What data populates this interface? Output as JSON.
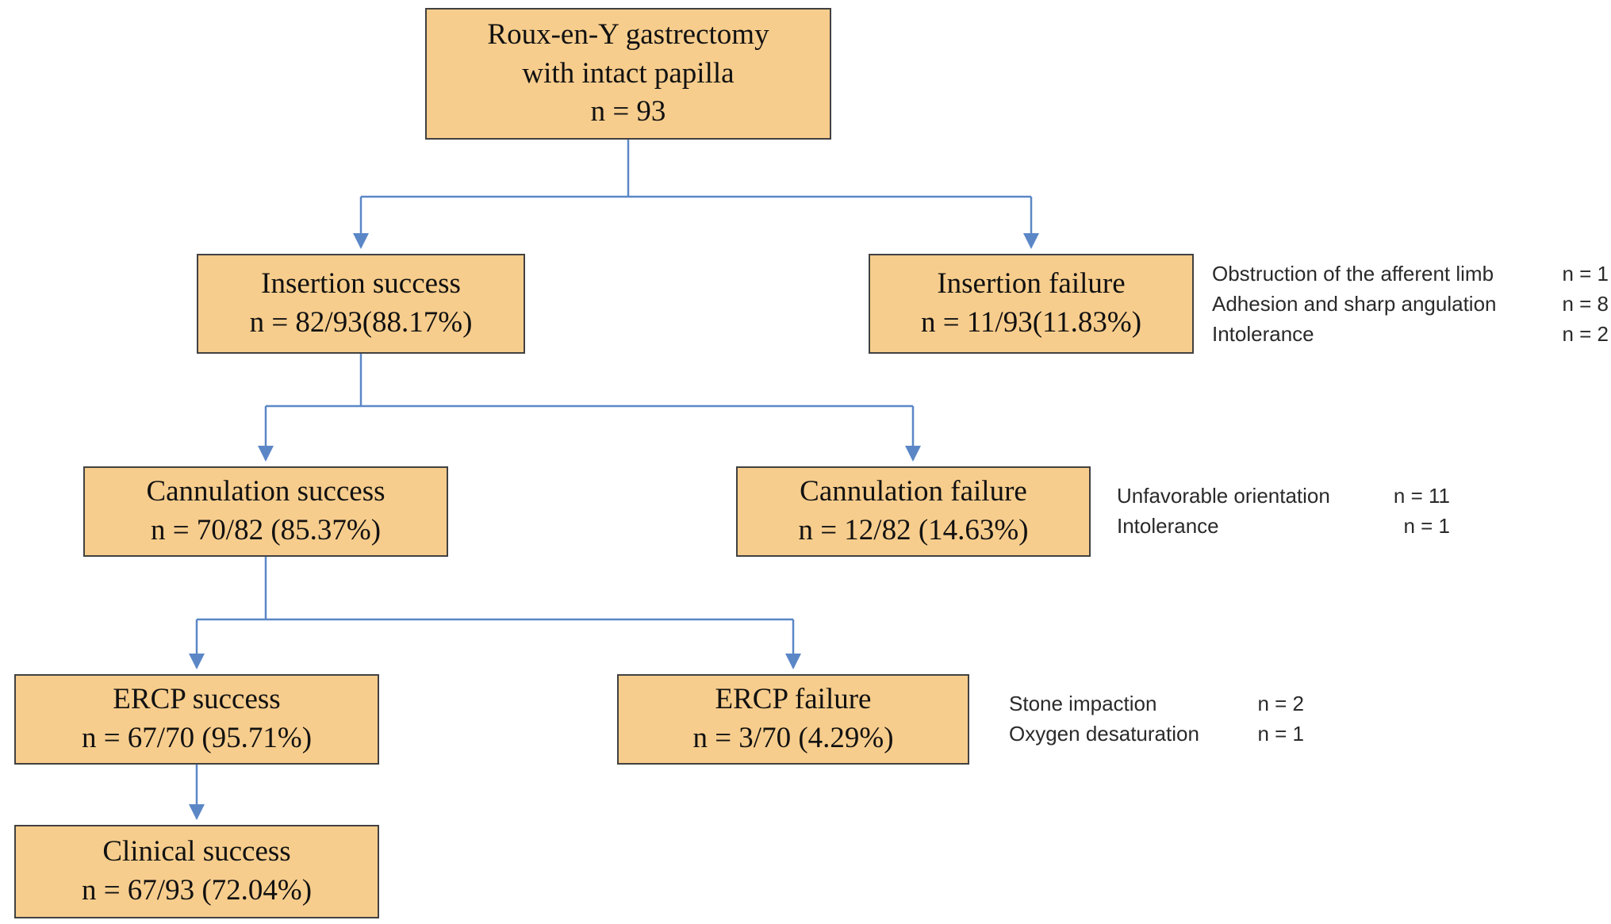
{
  "meta": {
    "title": "Roux-en-Y gastrectomy ERCP outcome flowchart"
  },
  "colors": {
    "box_fill": "#f7cd8d",
    "box_border": "#414141",
    "arrow_blue": "#5b87c7",
    "text_black": "#111111",
    "annotation_gray": "#2a2a2a"
  },
  "nodes": {
    "root": {
      "lines": [
        "Roux-en-Y gastrectomy",
        "with intact papilla",
        "n = 93"
      ]
    },
    "insertion_success": {
      "lines": [
        "Insertion success",
        "n = 82/93(88.17%)"
      ]
    },
    "insertion_failure": {
      "lines": [
        "Insertion failure",
        "n = 11/93(11.83%)"
      ]
    },
    "cannulation_success": {
      "lines": [
        "Cannulation success",
        "n = 70/82 (85.37%)"
      ]
    },
    "cannulation_failure": {
      "lines": [
        "Cannulation failure",
        "n = 12/82 (14.63%)"
      ]
    },
    "ercp_success": {
      "lines": [
        "ERCP success",
        "n = 67/70 (95.71%)"
      ]
    },
    "ercp_failure": {
      "lines": [
        "ERCP failure",
        "n = 3/70 (4.29%)"
      ]
    },
    "clinical_success": {
      "lines": [
        "Clinical success",
        "n = 67/93 (72.04%)"
      ]
    }
  },
  "annotations": {
    "insertion_failure_reasons": [
      {
        "label": "Obstruction of the afferent limb",
        "value": "n = 1"
      },
      {
        "label": "Adhesion and sharp angulation",
        "value": "n = 8"
      },
      {
        "label": "Intolerance",
        "value": "n = 2"
      }
    ],
    "cannulation_failure_reasons": [
      {
        "label": "Unfavorable orientation",
        "value": "n = 11"
      },
      {
        "label": "Intolerance",
        "value": "n = 1"
      }
    ],
    "ercp_failure_reasons": [
      {
        "label": "Stone impaction",
        "value": "n = 2"
      },
      {
        "label": "Oxygen desaturation",
        "value": "n = 1"
      }
    ]
  }
}
